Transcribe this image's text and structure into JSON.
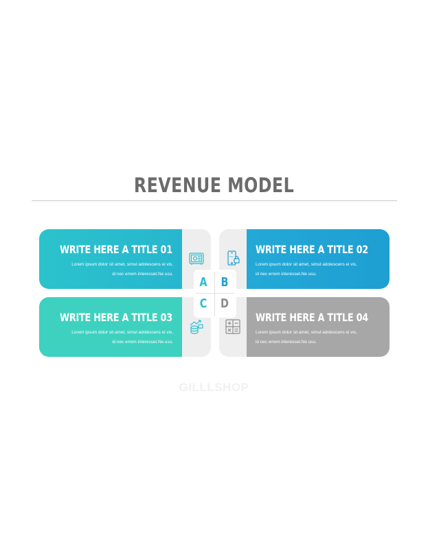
{
  "title": "REVENUE MODEL",
  "watermark": "GILLLSHOP",
  "letters": [
    "A",
    "B",
    "C",
    "D"
  ],
  "colors": {
    "teal": "#2bc3cc",
    "blue": "#1e9fd3",
    "mint": "#3fd1bf",
    "grey": "#a7a7a7",
    "title": "#6b6b6b"
  },
  "cards": [
    {
      "title": "WRITE HERE A TITLE 01",
      "line1": "Lorem ipsum dolor sit amet, simul adolescens ei vis,",
      "line2": "id nec errem interesset.Ne usu.",
      "icon": "safe-icon"
    },
    {
      "title": "WRITE HERE A TITLE 02",
      "line1": "Lorem ipsum dolor sit amet, simul adolescens ei vis,",
      "line2": "id nec errem interesset.Ne usu.",
      "icon": "phone-lock-icon"
    },
    {
      "title": "WRITE HERE A TITLE 03",
      "line1": "Lorem ipsum dolor sit amet, simul adolescens ei vis,",
      "line2": "id nec errem interesset.Ne usu.",
      "icon": "coins-growth-icon"
    },
    {
      "title": "WRITE HERE A TITLE 04",
      "line1": "Lorem ipsum dolor sit amet, simul adolescens ei vis,",
      "line2": "id nec errem interesset.Ne usu.",
      "icon": "calculator-icon"
    }
  ]
}
